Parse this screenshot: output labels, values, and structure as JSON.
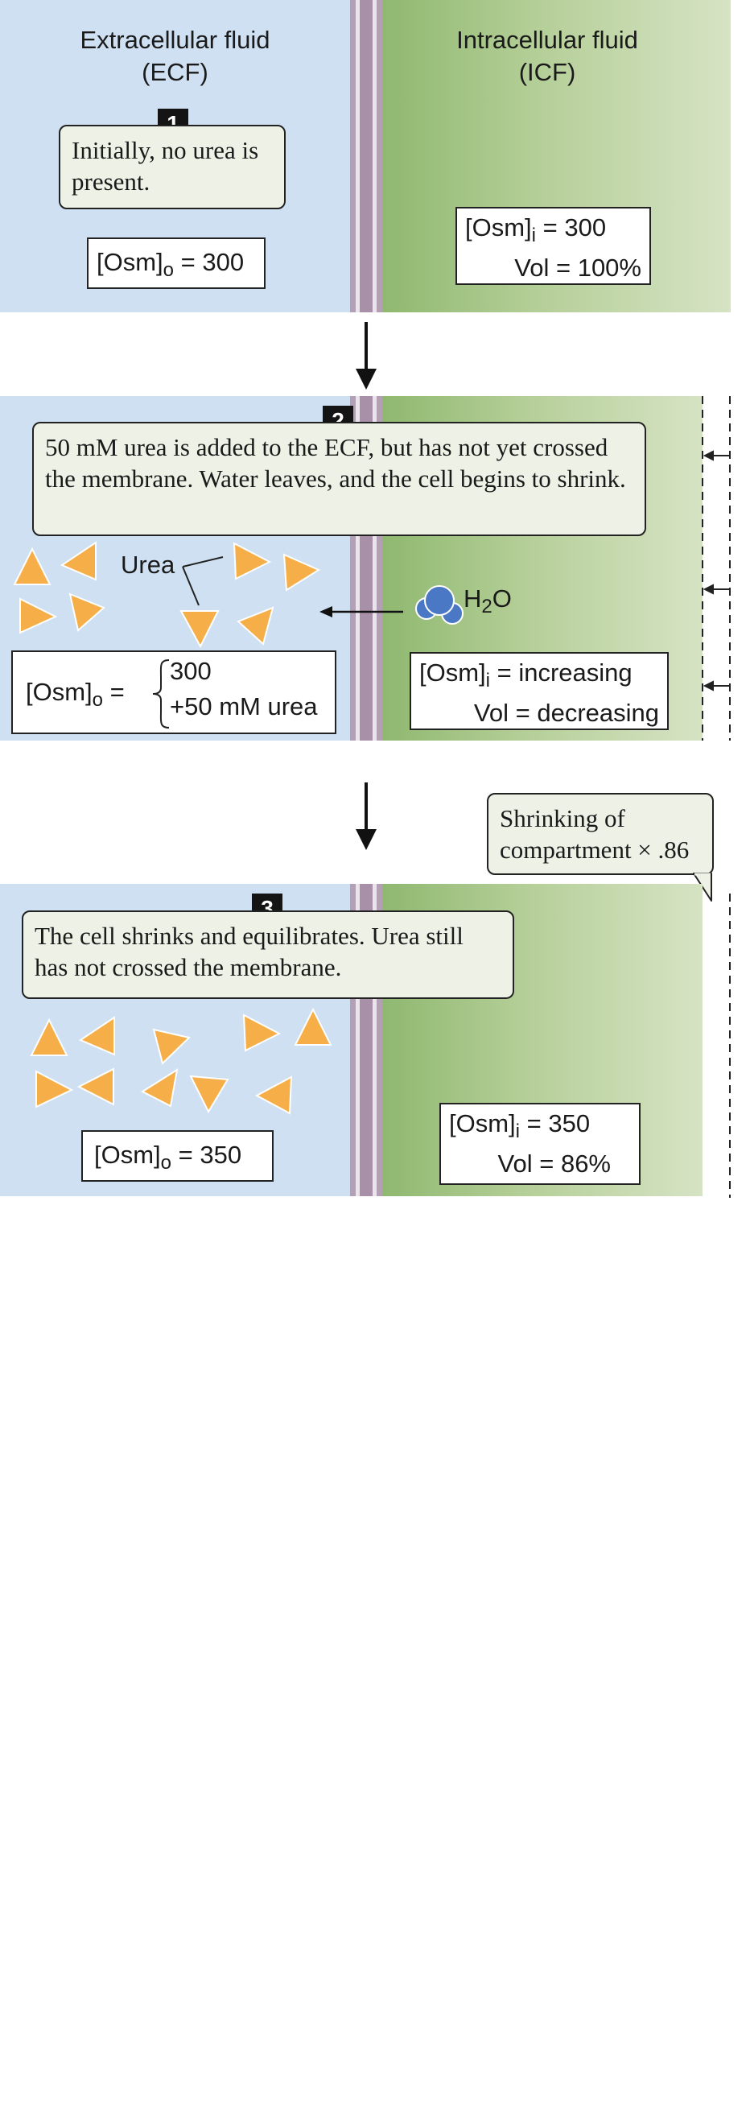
{
  "panel1": {
    "ecf_title": "Extracellular fluid",
    "ecf_abbr": "(ECF)",
    "icf_title": "Intracellular fluid",
    "icf_abbr": "(ICF)",
    "step": "1",
    "note": "Initially, no urea is present.",
    "ecf_osm_label": "[Osm]",
    "ecf_osm_sub": "o",
    "ecf_osm_value": "= 300",
    "icf_osm_label": "[Osm]",
    "icf_osm_sub": "i",
    "icf_osm_value": "= 300",
    "icf_vol": "Vol = 100%"
  },
  "panel2": {
    "step": "2",
    "note": "50 mM urea is added to the ECF, but has not yet crossed the membrane. Water leaves, and the cell begins to shrink.",
    "urea_label": "Urea",
    "water_label_main": "H",
    "water_label_sub": "2",
    "water_label_end": "O",
    "ecf_osm_label": "[Osm]",
    "ecf_osm_sub": "o",
    "ecf_osm_eq": "=",
    "ecf_osm_line1": "300",
    "ecf_osm_line2": "+50 mM urea",
    "icf_osm_label": "[Osm]",
    "icf_osm_sub": "i",
    "icf_osm_value": "= increasing",
    "icf_vol": "Vol = decreasing"
  },
  "panel3": {
    "shrink_note": "Shrinking of compartment × .86",
    "step": "3",
    "note": "The cell shrinks and equilibrates. Urea still has not crossed the membrane.",
    "ecf_osm_label": "[Osm]",
    "ecf_osm_sub": "o",
    "ecf_osm_value": "= 350",
    "icf_osm_label": "[Osm]",
    "icf_osm_sub": "i",
    "icf_osm_value": "= 350",
    "icf_vol": "Vol = 86%"
  },
  "colors": {
    "ecf": "#cfe0f3",
    "icf": "#a3c384",
    "membrane": "#b4a0b4",
    "urea": "#f4a93e",
    "water": "#4a78c4"
  }
}
